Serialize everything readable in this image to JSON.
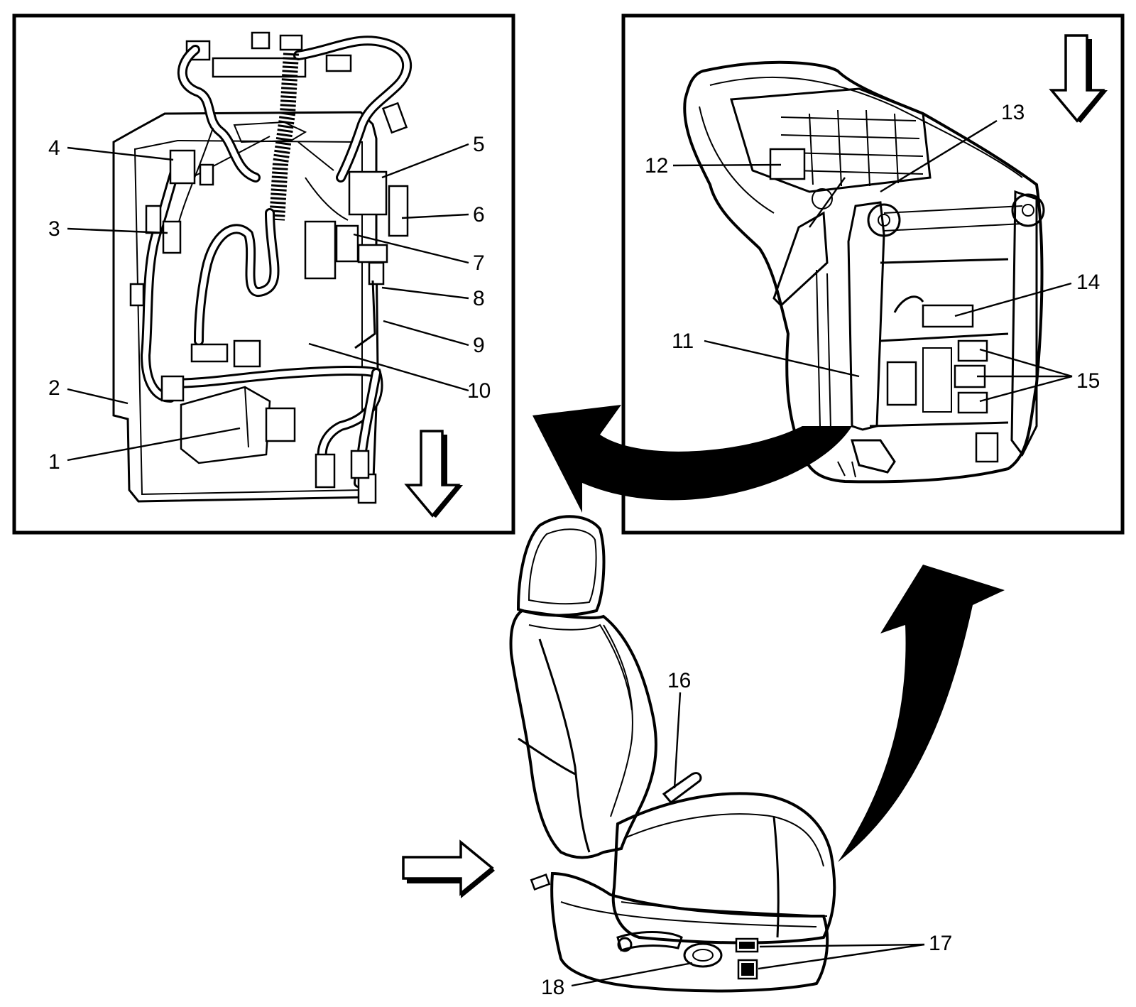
{
  "callouts": [
    {
      "id": "c1",
      "text": "1"
    },
    {
      "id": "c2",
      "text": "2"
    },
    {
      "id": "c3",
      "text": "3"
    },
    {
      "id": "c4",
      "text": "4"
    },
    {
      "id": "c5",
      "text": "5"
    },
    {
      "id": "c6",
      "text": "6"
    },
    {
      "id": "c7",
      "text": "7"
    },
    {
      "id": "c8",
      "text": "8"
    },
    {
      "id": "c9",
      "text": "9"
    },
    {
      "id": "c10",
      "text": "10"
    },
    {
      "id": "c11",
      "text": "11"
    },
    {
      "id": "c12",
      "text": "12"
    },
    {
      "id": "c13",
      "text": "13"
    },
    {
      "id": "c14",
      "text": "14"
    },
    {
      "id": "c15",
      "text": "15"
    },
    {
      "id": "c16",
      "text": "16"
    },
    {
      "id": "c17",
      "text": "17"
    },
    {
      "id": "c18",
      "text": "18"
    }
  ],
  "icons": {
    "view_direction_down_left": "view-direction-down-arrow-icon",
    "view_direction_down_right": "view-direction-down-arrow-icon",
    "view_direction_right_seat": "view-direction-right-arrow-icon",
    "curved_arrow_to_seatback_rear": "curved-arrow-icon",
    "curved_arrow_to_seatback_panel": "curved-arrow-icon"
  }
}
